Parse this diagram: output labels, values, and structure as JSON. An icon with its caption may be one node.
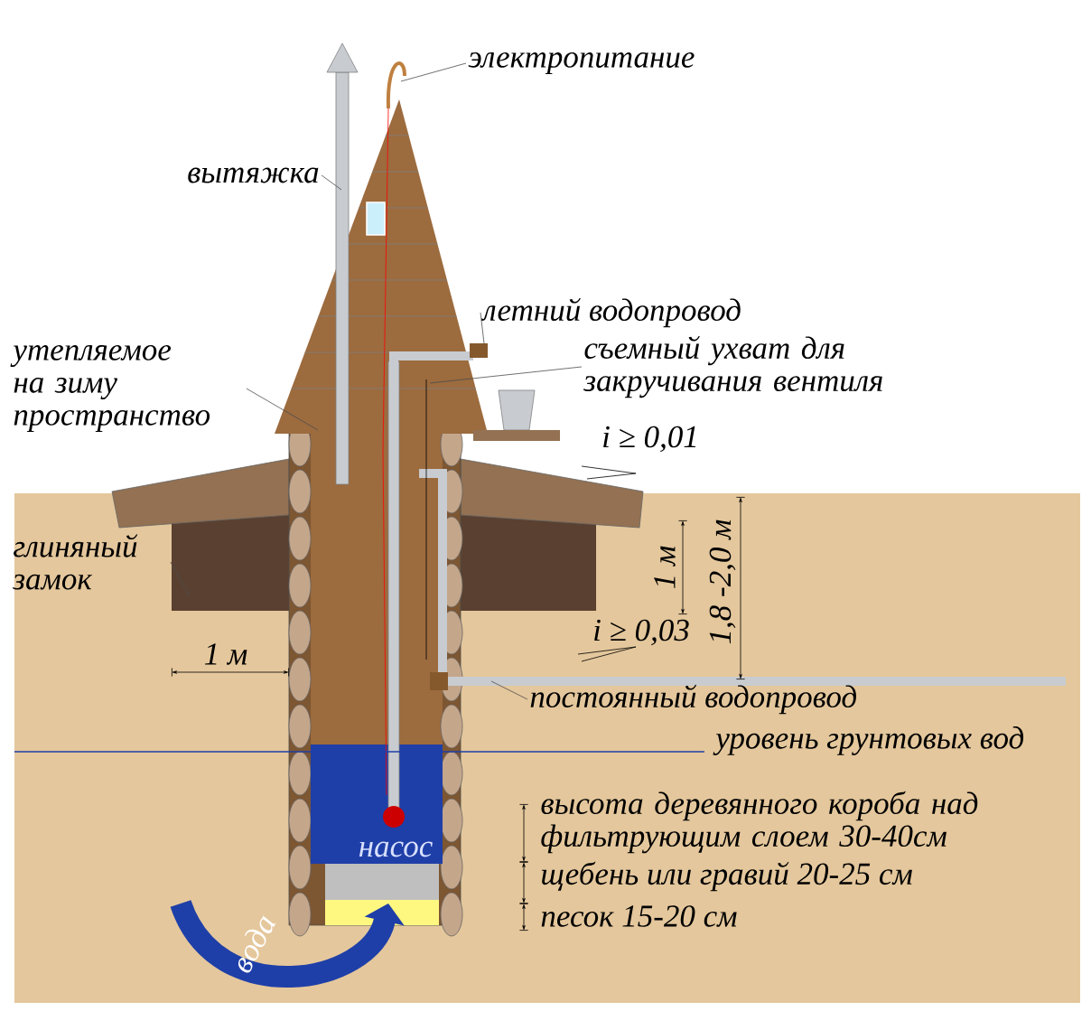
{
  "diagram": {
    "nodes": [
      {
        "text": [
          "электропитание"
        ]
      },
      {
        "text": [
          "вытяжка"
        ]
      },
      {
        "text": [
          "летний водопровод"
        ]
      },
      {
        "text": [
          "съемный ухват для закручивания вентиля"
        ]
      },
      {
        "text": [
          "утепляемое на зиму пространство"
        ]
      },
      {
        "text": [
          "глиняный замок"
        ]
      },
      {
        "text": [
          "постоянный водопровод"
        ]
      }
    ],
    "edges": [
      {
        "from": 0,
        "to": null,
        "arrow": "none"
      },
      {
        "from": 1,
        "to": null,
        "arrow": "none"
      },
      {
        "from": 2,
        "to": null,
        "arrow": "none"
      },
      {
        "from": 3,
        "to": null,
        "arrow": "none"
      },
      {
        "from": 4,
        "to": null,
        "arrow": "none"
      },
      {
        "from": 5,
        "to": null,
        "arrow": "none"
      },
      {
        "from": 6,
        "to": null,
        "arrow": "none"
      }
    ],
    "labels": [
      "i ≥ 0,01",
      "1 м",
      "1,8 -2,0 м",
      "i ≥ 0,03",
      "1 м",
      "уровень грунтовых вод",
      "высота деревянного короба над фильтрующим  слоем 30-40см",
      "щебень или гравий 20-25 см",
      "песок 15-20 см",
      "насос",
      "вода"
    ]
  }
}
